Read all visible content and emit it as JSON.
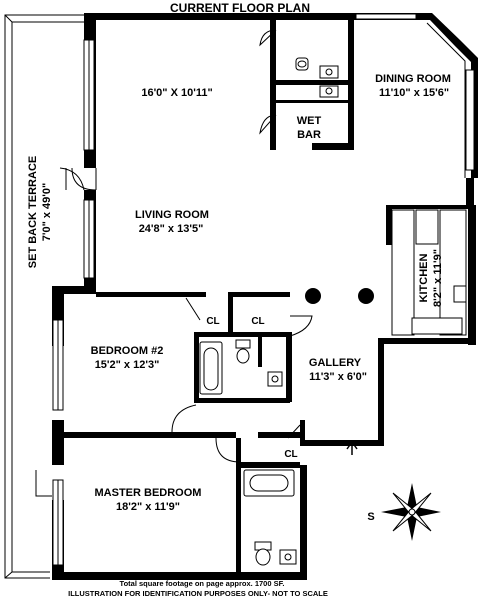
{
  "header": {
    "title": "CURRENT FLOOR PLAN"
  },
  "rooms": {
    "unnamed_room": {
      "dims": "16'0\" X 10'11\""
    },
    "dining": {
      "name": "DINING ROOM",
      "dims": "11'10\" x 15'6\""
    },
    "wet_bar": {
      "line1": "WET",
      "line2": "BAR"
    },
    "living": {
      "name": "LIVING ROOM",
      "dims": "24'8\" x 13'5\""
    },
    "terrace": {
      "name": "SET BACK TERRACE",
      "dims": "7'0\" x 49'0\""
    },
    "kitchen": {
      "name": "KITCHEN",
      "dims": "8'2\" x 11'9\""
    },
    "bedroom2": {
      "name": "BEDROOM #2",
      "dims": "15'2\" x 12'3\""
    },
    "gallery": {
      "name": "GALLERY",
      "dims": "11'3\" x 6'0\""
    },
    "master": {
      "name": "MASTER BEDROOM",
      "dims": "18'2\" x 11'9\""
    },
    "closets": [
      "CL",
      "CL",
      "CL"
    ]
  },
  "compass": {
    "label": "S"
  },
  "footer": {
    "line1": "Total square footage on page approx. 1700 SF.",
    "line2": "ILLUSTRATION FOR IDENTIFICATION PURPOSES ONLY- NOT TO SCALE"
  }
}
